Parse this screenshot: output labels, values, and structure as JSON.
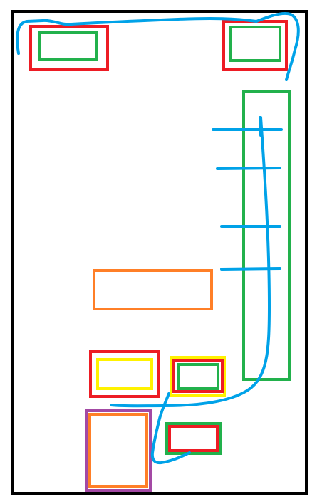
{
  "diagram": {
    "background": "#ffffff",
    "palette": {
      "black": "#000000",
      "red": "#ed1c24",
      "green": "#22b14c",
      "orange": "#ff7f27",
      "yellow": "#fff200",
      "purple": "#a349a4",
      "blue": "#00a2e8"
    },
    "shapes": [
      {
        "name": "outer-frame",
        "kind": "rect",
        "color": "black"
      },
      {
        "name": "top-left-red-box",
        "kind": "rect",
        "color": "red"
      },
      {
        "name": "top-left-green-box",
        "kind": "rect",
        "color": "green"
      },
      {
        "name": "top-right-red-box",
        "kind": "rect",
        "color": "red"
      },
      {
        "name": "top-right-green-box",
        "kind": "rect",
        "color": "green"
      },
      {
        "name": "right-tall-green-panel",
        "kind": "rect",
        "color": "green"
      },
      {
        "name": "middle-orange-box",
        "kind": "rect",
        "color": "orange"
      },
      {
        "name": "lower-left-red-box",
        "kind": "rect",
        "color": "red"
      },
      {
        "name": "lower-left-yellow-box",
        "kind": "rect",
        "color": "yellow"
      },
      {
        "name": "lower-mid-yellow-box",
        "kind": "rect",
        "color": "yellow"
      },
      {
        "name": "lower-mid-red-box",
        "kind": "rect",
        "color": "red"
      },
      {
        "name": "lower-mid-green-box",
        "kind": "rect",
        "color": "green"
      },
      {
        "name": "bottom-purple-box",
        "kind": "rect",
        "color": "purple"
      },
      {
        "name": "bottom-orange-box",
        "kind": "rect",
        "color": "orange"
      },
      {
        "name": "bottom-right-green-box",
        "kind": "rect",
        "color": "green"
      },
      {
        "name": "bottom-right-red-box",
        "kind": "rect",
        "color": "red"
      },
      {
        "name": "top-blue-arc",
        "kind": "path",
        "color": "blue"
      },
      {
        "name": "right-blue-arc",
        "kind": "path",
        "color": "blue"
      },
      {
        "name": "blue-tick-1",
        "kind": "path",
        "color": "blue"
      },
      {
        "name": "blue-tick-2",
        "kind": "path",
        "color": "blue"
      },
      {
        "name": "blue-tick-3",
        "kind": "path",
        "color": "blue"
      },
      {
        "name": "blue-tick-4",
        "kind": "path",
        "color": "blue"
      },
      {
        "name": "blue-vertical-stroke",
        "kind": "path",
        "color": "blue"
      },
      {
        "name": "bottom-blue-curve",
        "kind": "path",
        "color": "blue"
      }
    ]
  }
}
